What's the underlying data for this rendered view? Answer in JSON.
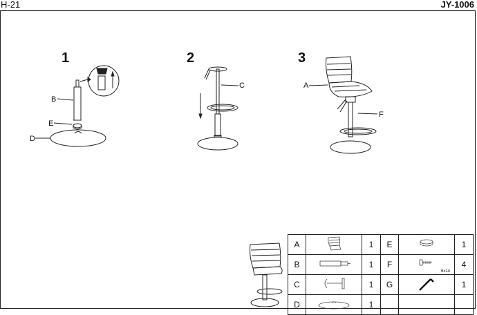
{
  "header": {
    "left_code": "H-21",
    "right_code": "JY-1006"
  },
  "steps": [
    {
      "number": "1",
      "labels": {
        "b": "B",
        "e": "E",
        "d": "D"
      }
    },
    {
      "number": "2",
      "labels": {
        "c": "C"
      }
    },
    {
      "number": "3",
      "labels": {
        "a": "A",
        "f": "F"
      }
    }
  ],
  "parts_table": {
    "rows": [
      {
        "letter": "A",
        "icon": "seat-icon",
        "qty": "1",
        "letter2": "E",
        "icon2": "ring-cover-icon",
        "qty2": "1"
      },
      {
        "letter": "B",
        "icon": "gas-lift-icon",
        "qty": "1",
        "letter2": "F",
        "icon2": "screw-icon",
        "qty2": "4",
        "note2": "6x14"
      },
      {
        "letter": "C",
        "icon": "footrest-icon",
        "qty": "1",
        "letter2": "G",
        "icon2": "allen-key-icon",
        "qty2": "1"
      },
      {
        "letter": "D",
        "icon": "base-plate-icon",
        "qty": "1",
        "letter2": "",
        "icon2": "",
        "qty2": ""
      }
    ]
  }
}
